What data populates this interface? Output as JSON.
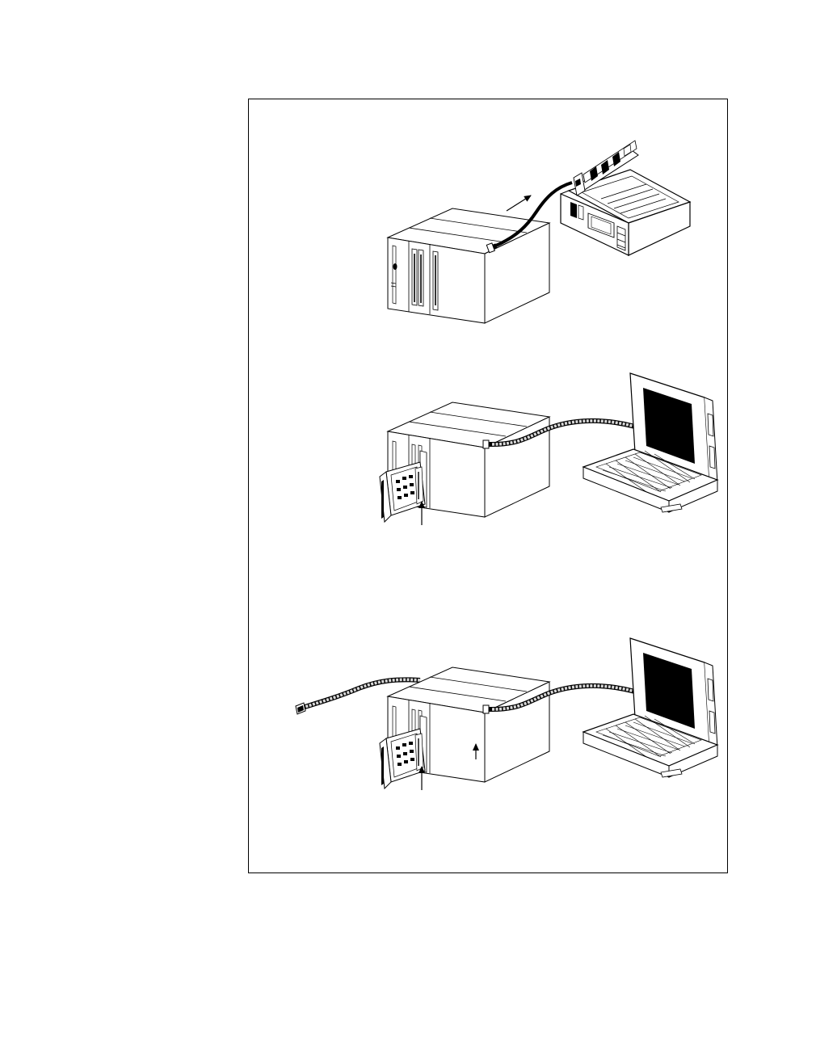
{
  "figure": {
    "panels": [
      {
        "id": "panel-pci-board-connection",
        "devices": [
          "chassis",
          "cable",
          "desktop-computer",
          "plug-in-board"
        ]
      },
      {
        "id": "panel-laptop-connection-module-insert",
        "devices": [
          "chassis",
          "module",
          "cable",
          "laptop-computer"
        ]
      },
      {
        "id": "panel-laptop-connection-with-signal-cable",
        "devices": [
          "chassis",
          "module",
          "cable",
          "laptop-computer",
          "signal-cable"
        ]
      }
    ]
  },
  "colors": {
    "ink": "#000000",
    "paper": "#ffffff",
    "cable_fill": "#d8d8d8",
    "screen": "#000000"
  }
}
